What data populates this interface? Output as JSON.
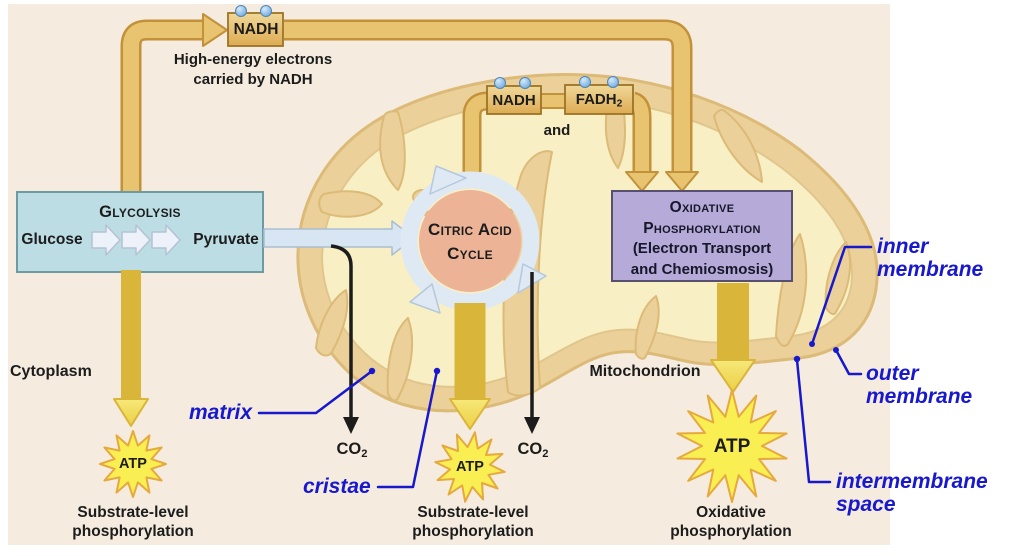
{
  "title_area": {
    "nadh_top_label": "NADH",
    "high_energy_line1": "High-energy electrons",
    "high_energy_line2": "carried by NADH"
  },
  "glycolysis": {
    "title": "Glycolysis",
    "input": "Glucose",
    "output": "Pyruvate"
  },
  "matrix_flow": {
    "nadh_label": "NADH",
    "fadh_label": "FADH",
    "fadh_sub": "2",
    "and_label": "and"
  },
  "citric_cycle": {
    "line1": "Citric Acid",
    "line2": "Cycle"
  },
  "oxphos_box": {
    "line1": "Oxidative",
    "line2": "Phosphorylation",
    "line3": "(Electron Transport",
    "line4": "and Chemiosmosis)"
  },
  "co2_left": {
    "text": "CO",
    "sub": "2"
  },
  "co2_right": {
    "text": "CO",
    "sub": "2"
  },
  "atp": {
    "left": "ATP",
    "middle": "ATP",
    "right": "ATP"
  },
  "captions": {
    "cytoplasm": "Cytoplasm",
    "mitochondrion": "Mitochondrion",
    "left_line1": "Substrate-level",
    "left_line2": "phosphorylation",
    "mid_line1": "Substrate-level",
    "mid_line2": "phosphorylation",
    "right_line1": "Oxidative",
    "right_line2": "phosphorylation"
  },
  "annotations": {
    "matrix": "matrix",
    "cristae": "cristae",
    "inner_line1": "inner",
    "inner_line2": "membrane",
    "outer_line1": "outer",
    "outer_line2": "membrane",
    "inter_line1": "intermembrane",
    "inter_line2": "space"
  },
  "colors": {
    "bg": "#f5ecdf",
    "gold": "#e9c470",
    "gold_dark": "#c2913a",
    "yellow": "#f3de55",
    "yellow_dark": "#d9b53a",
    "blue_label": "#1818cc",
    "purple": "#b6aad8",
    "purple_border": "#56506e",
    "salmon": "#ecb397",
    "ring": "#dfe9f4",
    "ring_edge": "#b5c8dc",
    "glycolysis_fill": "#bcdde4",
    "glycolysis_border": "#6e9aa4",
    "membrane": "#ecd09a",
    "membrane_edge": "#dcba77",
    "matrix_fill": "#f8efc4",
    "electron": "#7db4e4",
    "electron_edge": "#4d86bd",
    "star_fill": "#f9ee52",
    "star_edge": "#e5a93d",
    "box_gold_light": "#f0d898",
    "box_gold": "#ddab52",
    "box_gold_border": "#9c7326"
  }
}
